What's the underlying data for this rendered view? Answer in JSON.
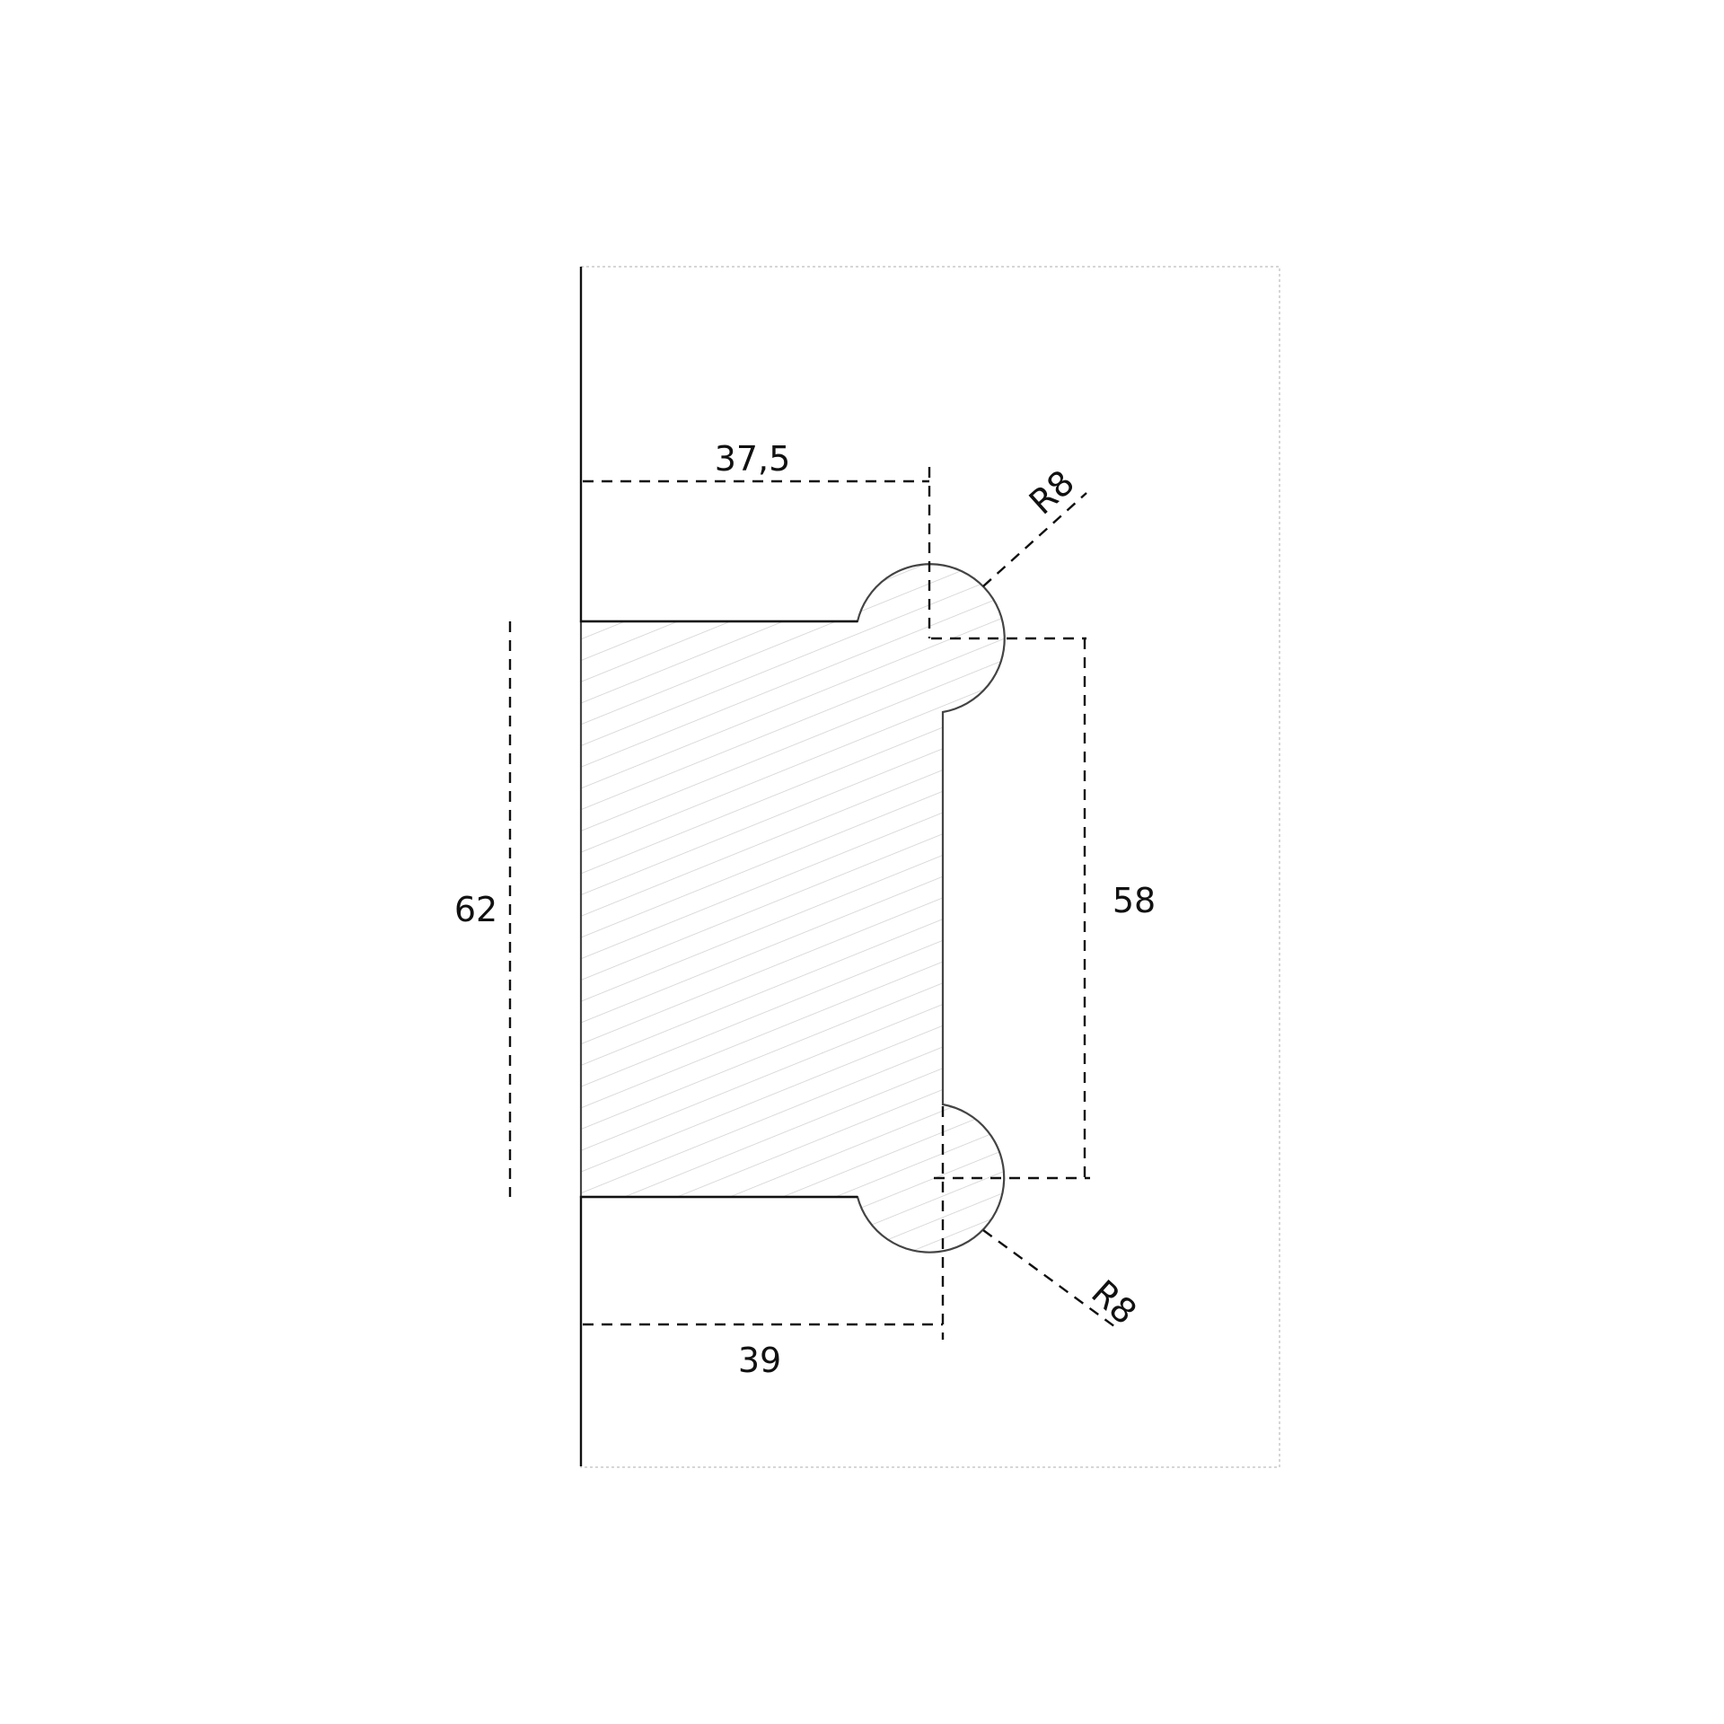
{
  "dimensions": {
    "top_width": "37,5",
    "bottom_width": "39",
    "overall_height": "62",
    "lobe_spacing": "58",
    "top_radius": "R8",
    "bottom_radius": "R8"
  },
  "colors": {
    "line": "#111111",
    "profile_edge": "#444444",
    "hatch": "#cfcfcf",
    "boundary": "#c8c8c8"
  }
}
